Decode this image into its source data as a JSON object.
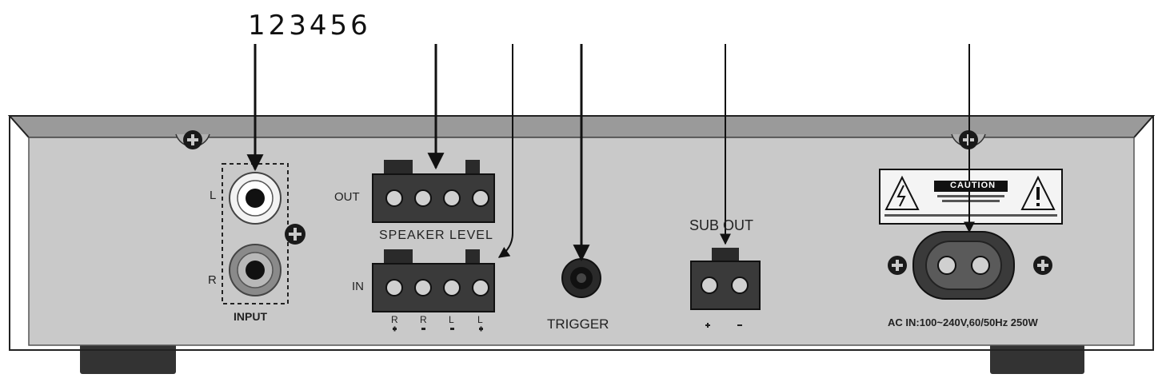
{
  "callouts": "123456",
  "labels": {
    "input_l": "L",
    "input_r": "R",
    "input": "INPUT",
    "out": "OUT",
    "in": "IN",
    "speaker_level": "SPEAKER LEVEL",
    "pin_r1": "R",
    "pin_r2": "R",
    "pin_l1": "L",
    "pin_l2": "L",
    "trigger": "TRIGGER",
    "sub_out": "SUB OUT",
    "ac_in": "AC IN:100~240V,60/50Hz 250W",
    "caution": "CAUTION"
  },
  "colors": {
    "panel": "#c9c9c9",
    "bevel": "#9a9a9a",
    "connector": "#3a3a3a",
    "outline": "#111111"
  }
}
